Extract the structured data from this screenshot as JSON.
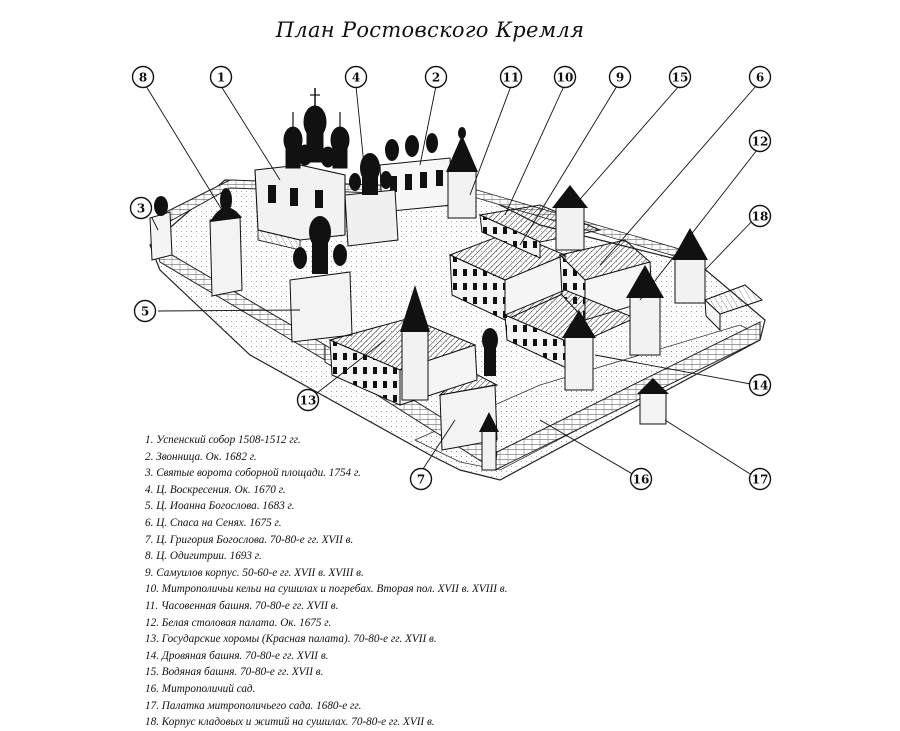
{
  "title": "План Ростовского Кремля",
  "callouts": [
    "1",
    "2",
    "3",
    "4",
    "5",
    "6",
    "7",
    "8",
    "9",
    "10",
    "11",
    "12",
    "13",
    "14",
    "15",
    "16",
    "17",
    "18"
  ],
  "legend": [
    "1. Успенский собор 1508-1512 гг.",
    "2. Звонница. Ок. 1682 г.",
    "3. Святые ворота соборной площади. 1754 г.",
    "4. Ц. Воскресения. Ок. 1670 г.",
    "5. Ц. Иоанна Богослова. 1683 г.",
    "6. Ц. Спаса на Сенях. 1675 г.",
    "7. Ц. Григория Богослова. 70-80-е гг. XVII в.",
    "8. Ц. Одигитрии. 1693 г.",
    "9. Самуилов корпус. 50-60-е гг. XVII в. XVIII в.",
    "10. Митрополичьи кельи на сушилах и погребах. Вторая пол. XVII в. XVIII в.",
    "11. Часовенная башня. 70-80-е гг. XVII в.",
    "12. Белая столовая палата. Ок. 1675 г.",
    "13. Государские хоромы (Красная палата). 70-80-е гг. XVII в.",
    "14. Дровяная башня. 70-80-е гг. XVII в.",
    "15. Водяная башня. 70-80-е гг. XVII в.",
    "16. Митрополичий сад.",
    "17. Палатка митрополичьего сада. 1680-е гг.",
    "18. Корпус кладовых и житий на сушилах. 70-80-е гг. XVII в."
  ]
}
